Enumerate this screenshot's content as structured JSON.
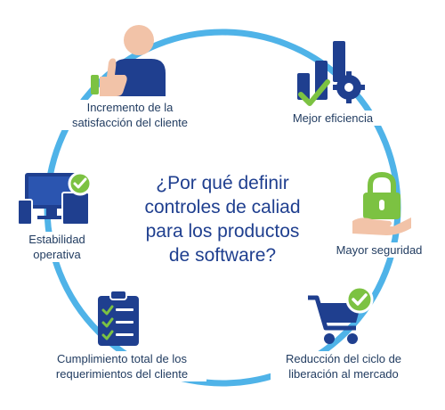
{
  "center": {
    "lines": [
      "¿Por qué definir",
      "controles de caliad",
      "para los productos",
      "de software?"
    ]
  },
  "nodes": [
    {
      "id": "satisfaction",
      "lines": [
        "Incremento de la",
        "satisfacción del cliente"
      ],
      "icon": "thumbs-up-person-icon"
    },
    {
      "id": "efficiency",
      "lines": [
        "Mejor eficiencia"
      ],
      "icon": "bar-chart-gear-icon"
    },
    {
      "id": "security",
      "lines": [
        "Mayor seguridad"
      ],
      "icon": "padlock-hand-icon"
    },
    {
      "id": "release",
      "lines": [
        "Reducción del ciclo de",
        "liberación al mercado"
      ],
      "icon": "shopping-cart-check-icon"
    },
    {
      "id": "requirements",
      "lines": [
        "Cumplimiento total de los",
        "requerimientos del cliente"
      ],
      "icon": "checklist-clipboard-icon"
    },
    {
      "id": "stability",
      "lines": [
        "Estabilidad",
        "operativa"
      ],
      "icon": "devices-check-icon"
    }
  ],
  "colors": {
    "ring": "#4fb3e8",
    "navy": "#1f3f8f",
    "green": "#7cc242",
    "skin": "#f2c3a8",
    "text": "#1f3a5f"
  }
}
